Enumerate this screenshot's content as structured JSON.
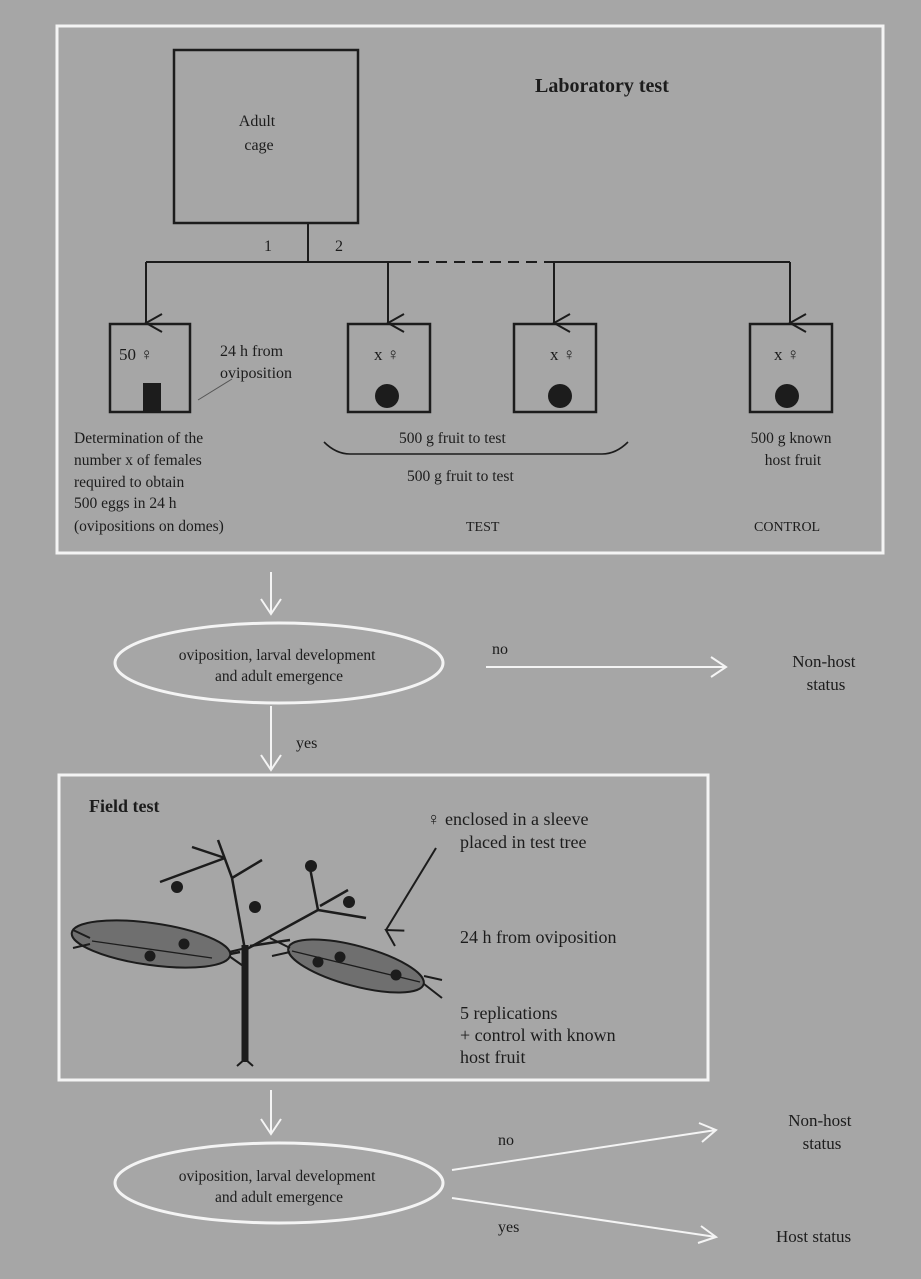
{
  "lab": {
    "title": "Laboratory test",
    "adult_cage": [
      "Adult",
      "cage"
    ],
    "branch_1": "1",
    "branch_2": "2",
    "box1_count": "50 ♀",
    "box1_note": [
      "24 h from",
      "oviposition"
    ],
    "box1_desc": [
      "Determination of the",
      "number x of females",
      "required to obtain",
      "500 eggs in 24 h",
      "(ovipositions on domes)"
    ],
    "box_count": "x ♀",
    "test_fruit_1": "500 g fruit to test",
    "test_fruit_2": "500 g fruit to test",
    "control_fruit": [
      "500 g known",
      "host fruit"
    ],
    "test_label": "TEST",
    "control_label": "CONTROL"
  },
  "decision1": {
    "text": [
      "oviposition, larval development",
      "and adult emergence"
    ],
    "no": "no",
    "yes": "yes",
    "non_host": [
      "Non-host",
      "status"
    ]
  },
  "field": {
    "title": "Field test",
    "sleeve_note": [
      "♀  enclosed in a sleeve",
      "placed in test tree"
    ],
    "duration": "24 h from oviposition",
    "replications": [
      "5 replications",
      "+ control with known",
      "host fruit"
    ]
  },
  "decision2": {
    "text": [
      "oviposition, larval development",
      "and adult emergence"
    ],
    "no": "no",
    "yes": "yes",
    "non_host": [
      "Non-host",
      "status"
    ],
    "host": "Host status"
  },
  "colors": {
    "background": "#a6a6a6",
    "frame": "#f4f4f4",
    "ink": "#1c1c1c",
    "sleeve": "#6f6f6f"
  }
}
